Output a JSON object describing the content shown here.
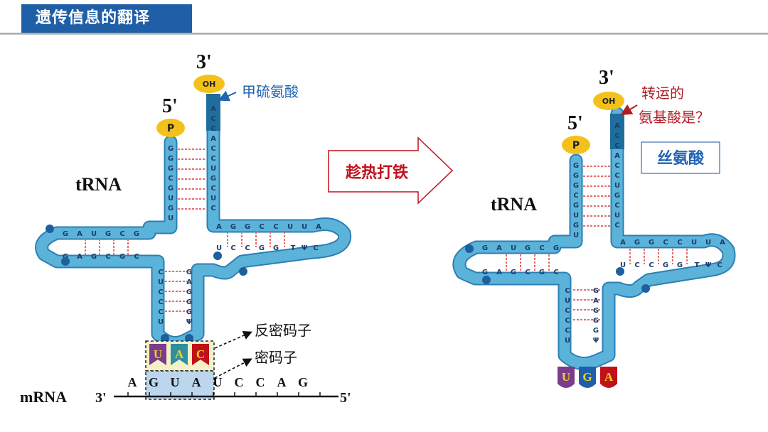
{
  "title": "遗传信息的翻译",
  "arrow_label": "趁热打铁",
  "left": {
    "trna_label": "tRNA",
    "three_prime": "3'",
    "five_prime": "5'",
    "oh": "OH",
    "p": "P",
    "amino_acid": "甲硫氨酸",
    "anticodon_label": "反密码子",
    "codon_label": "密码子",
    "anticodon": [
      "U",
      "A",
      "C"
    ],
    "mrna_label": "mRNA",
    "mrna_3": "3'",
    "mrna_5": "5'",
    "mrna_seq": [
      "A",
      "G",
      "U",
      "A",
      "U",
      "C",
      "C",
      "A",
      "G"
    ]
  },
  "right": {
    "trna_label": "tRNA",
    "three_prime": "3'",
    "five_prime": "5'",
    "oh": "OH",
    "p": "P",
    "question_line1": "转运的",
    "question_line2": "氨基酸是？",
    "answer": "丝氨酸",
    "anticodon": [
      "U",
      "G",
      "A"
    ]
  },
  "colors": {
    "title_bg": "#1f5fa8",
    "strand": "#5bb3d9",
    "strand_edge": "#2c7fb3",
    "oh_fill": "#f3c11a",
    "pair_line": "#e46d6d",
    "arrow_text": "#c0111b",
    "amino_blue": "#1f64b3",
    "question_red": "#b01e24",
    "tag_purple": "#7a3c8c",
    "tag_teal": "#2f8f9d",
    "tag_blue": "#1f5fa8",
    "tag_red": "#c0111b"
  },
  "trna_letters": {
    "acceptor_left": [
      "G",
      "G",
      "G",
      "C",
      "G",
      "U",
      "G",
      "U"
    ],
    "acceptor_right": [
      "A",
      "C",
      "C",
      "A",
      "C",
      "C",
      "U",
      "G",
      "C",
      "U",
      "C"
    ],
    "d_top": [
      "G",
      "A",
      "U",
      "G",
      "C",
      "G"
    ],
    "d_bottom": [
      "G",
      "A",
      "G",
      "C",
      "G",
      "C"
    ],
    "t_top": [
      "A",
      "G",
      "G",
      "C",
      "C",
      "U",
      "U",
      "A"
    ],
    "t_bottom": [
      "U",
      "C",
      "C",
      "G",
      "G"
    ],
    "t_extra": [
      "T",
      "Ψ",
      "C"
    ],
    "ac_left": [
      "C",
      "U",
      "C",
      "C",
      "C",
      "U"
    ],
    "ac_right": [
      "G",
      "A",
      "G",
      "G",
      "G",
      "Ψ"
    ]
  }
}
